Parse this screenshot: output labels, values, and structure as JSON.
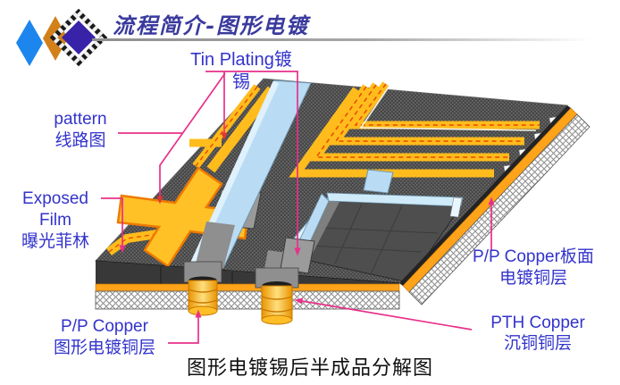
{
  "header": {
    "title": "流程简介-图形电镀",
    "logo_diamond_colors": [
      "#1C86EE",
      "#D2801A",
      "#3823A8"
    ]
  },
  "labels": {
    "tin_plating": {
      "line1": "Tin Plating镀",
      "line2": "锡"
    },
    "pattern": {
      "line1": "pattern",
      "line2": "线路图"
    },
    "exposed_film": {
      "line1": "Exposed",
      "line2": "Film",
      "line3": "曝光菲林"
    },
    "pp_copper_surface": {
      "line1": "P/P Copper板面",
      "line2": "电镀铜层"
    },
    "pp_copper_pattern": {
      "line1": "P/P Copper",
      "line2": "图形电镀铜层"
    },
    "pth_copper": {
      "line1": "PTH Copper",
      "line2": "沉铜铜层"
    }
  },
  "caption": {
    "text": "图形电镀锡后半成品分解图"
  },
  "colors": {
    "label_text": "#3333CC",
    "title_text": "#3A3A9E",
    "leader_line": "#E8308A",
    "arrow_red": "#E03535",
    "tin_gold": "#FFBC1C",
    "trace_border_orange": "#EF7A00",
    "copper_band_orange": "#FFA31A",
    "film_dark": "#474747",
    "groove_blue": "#B9DCF4",
    "substrate_white": "#FDFDFD",
    "caption_text": "#101010"
  }
}
